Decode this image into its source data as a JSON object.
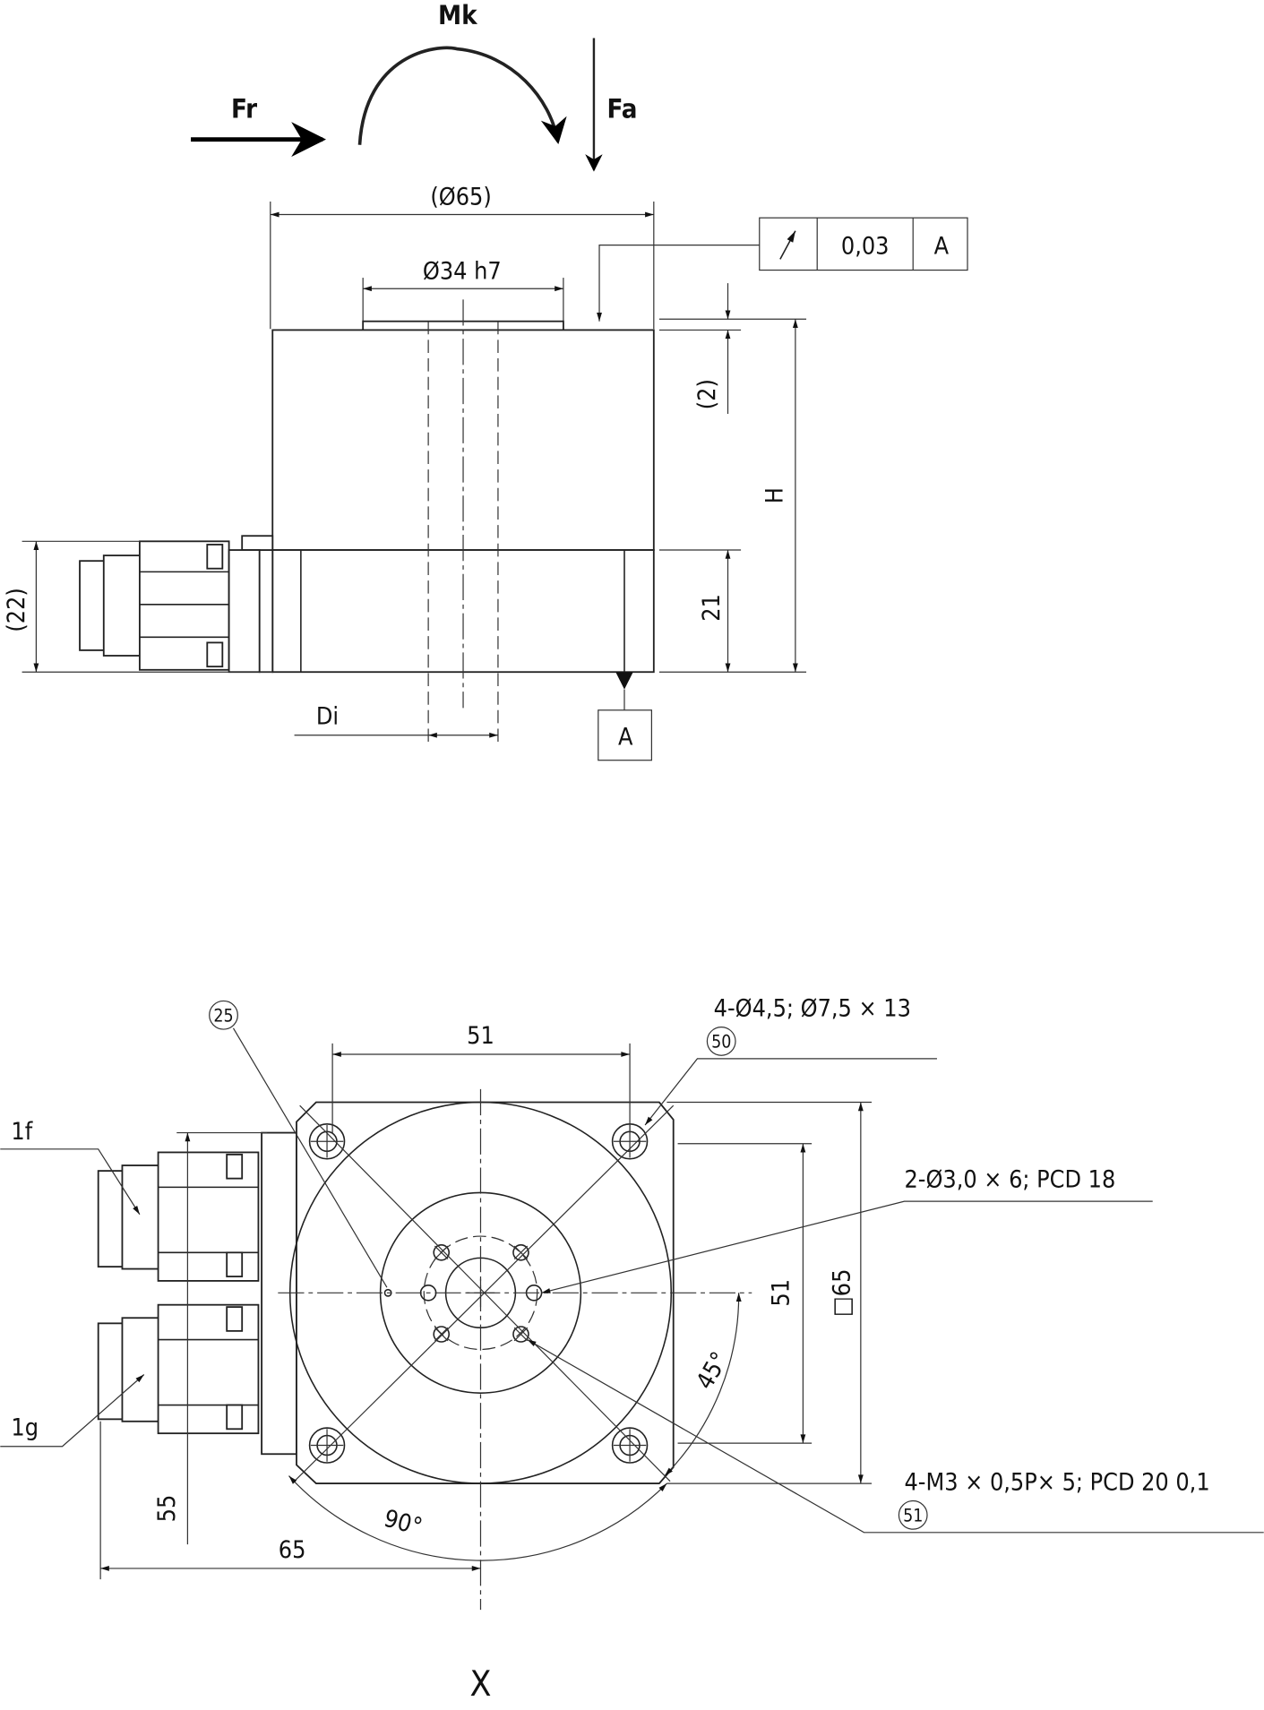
{
  "forces": {
    "radial": "Fr",
    "axial": "Fa",
    "moment": "Mk"
  },
  "side_view": {
    "outer_diameter": "(Ø65)",
    "shaft_diameter": "Ø34 h7",
    "runout_tolerance": {
      "symbol": "runout",
      "value": "0,03",
      "datum": "A"
    },
    "height_label": "H",
    "offset_label": "(2)",
    "lower_height": "21",
    "connector_height": "(22)",
    "inner_diameter_label": "Di",
    "datum_label": "A"
  },
  "bottom_view": {
    "width_dim": "51",
    "height_dim": "51",
    "square_dim": "□65",
    "connector_offset": "55",
    "overall_offset": "65",
    "angle_45": "45°",
    "angle_90": "90°",
    "callout_holes": "4-Ø4,5; Ø7,5 × 13",
    "callout_holes_ref": "50",
    "callout_pins": "2-Ø3,0 × 6; PCD 18",
    "callout_threads": "4-M3 × 0,5P× 5; PCD 20 0,1",
    "callout_threads_ref": "51",
    "ref_25": "25",
    "connector_1f": "1f",
    "connector_1g": "1g",
    "view_label": "X"
  }
}
